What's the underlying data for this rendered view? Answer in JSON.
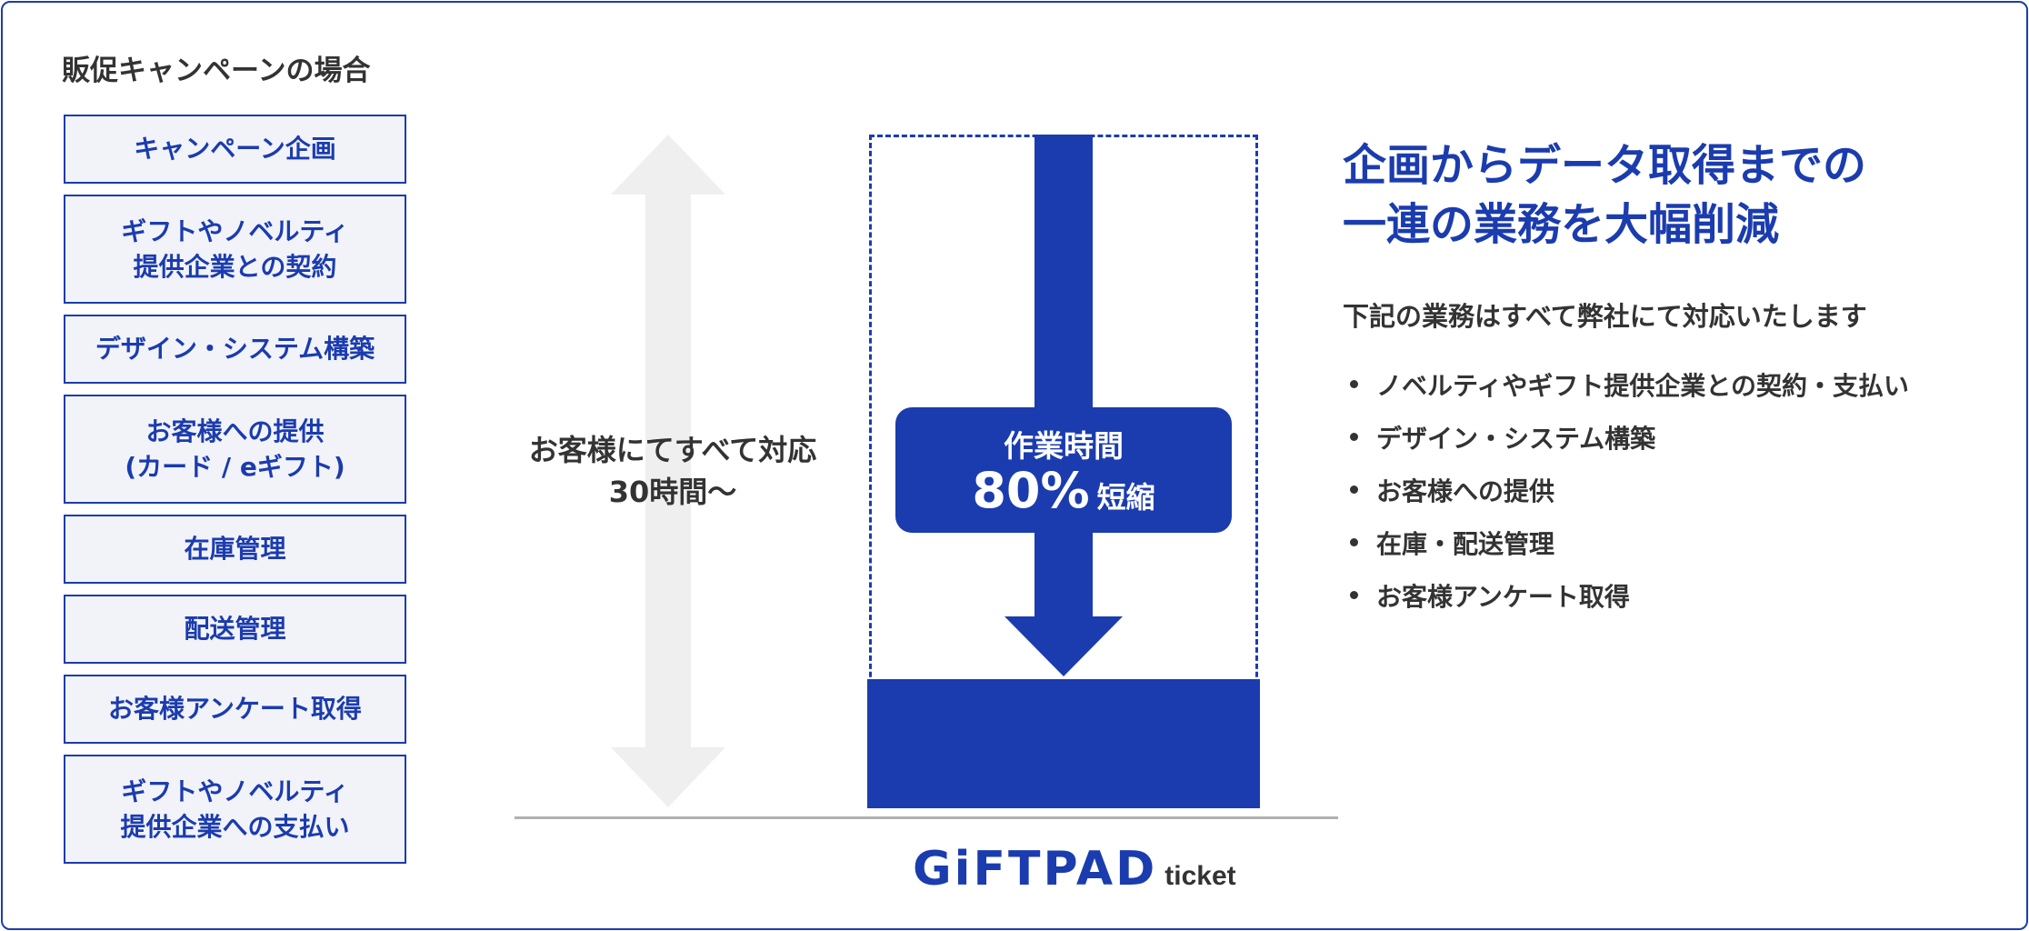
{
  "colors": {
    "accent": "#1b3caf",
    "box_fill": "#f2f3f9",
    "text": "#333333",
    "arrow_gray": "#efefef"
  },
  "left_panel": {
    "title": "販促キャンペーンの場合",
    "tasks": [
      "キャンペーン企画",
      "ギフトやノベルティ\n提供企業との契約",
      "デザイン・システム構築",
      "お客様への提供\n(カード / eギフト)",
      "在庫管理",
      "配送管理",
      "お客様アンケート取得",
      "ギフトやノベルティ\n提供企業への支払い"
    ]
  },
  "diagram": {
    "left_label": "お客様にてすべて対応\n30時間〜",
    "badge_label": "作業時間",
    "badge_value": "80%",
    "badge_unit": "短縮",
    "reduction_percent": 80
  },
  "right_panel": {
    "headline": "企画からデータ取得までの\n一連の業務を大幅削減",
    "subhead": "下記の業務はすべて弊社にて対応いたします",
    "bullets": [
      "ノベルティやギフト提供企業との契約・支払い",
      "デザイン・システム構築",
      "お客様への提供",
      "在庫・配送管理",
      "お客様アンケート取得"
    ]
  },
  "logo": {
    "main": "GiFTPAD",
    "sub": "ticket"
  }
}
